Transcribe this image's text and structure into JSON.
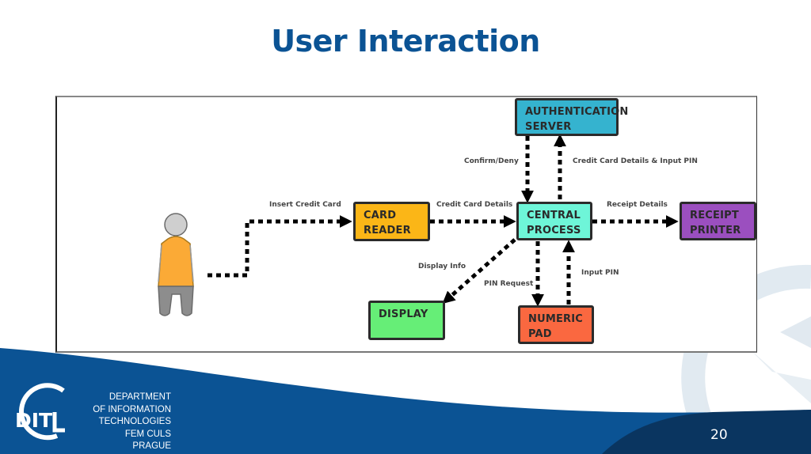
{
  "slide": {
    "title": "User Interaction",
    "page_number": "20"
  },
  "footer": {
    "logo_text": "DIT",
    "department_lines": [
      "DEPARTMENT",
      "OF INFORMATION",
      "TECHNOLOGIES",
      "FEM CULS PRAGUE"
    ]
  },
  "colors": {
    "title": "#0b5394",
    "footer_blue": "#0b5394",
    "footer_dark": "#0a3560",
    "auth_server": "#35b3cf",
    "card_reader": "#fbb617",
    "central_process": "#6ef5d8",
    "receipt_printer": "#9b4fbf",
    "display": "#66ee77",
    "numeric_pad": "#fa6840",
    "person_shirt": "#fbaa36",
    "person_grey": "#8d8d8d"
  },
  "diagram": {
    "nodes": {
      "auth_server": "AUTHENTICATION\nSERVER",
      "card_reader": "CARD\nREADER",
      "central_process": "CENTRAL\nPROCESS",
      "receipt_printer": "RECEIPT\nPRINTER",
      "display": "DISPLAY",
      "numeric_pad": "NUMERIC\nPAD"
    },
    "actor": "user",
    "edges": {
      "insert_card": "Insert Credit Card",
      "card_details": "Credit Card Details",
      "confirm_deny": "Confirm/Deny",
      "details_pin": "Credit Card Details & Input PIN",
      "receipt_details": "Receipt Details",
      "display_info": "Display Info",
      "pin_request": "PIN Request",
      "input_pin": "Input PIN"
    }
  }
}
